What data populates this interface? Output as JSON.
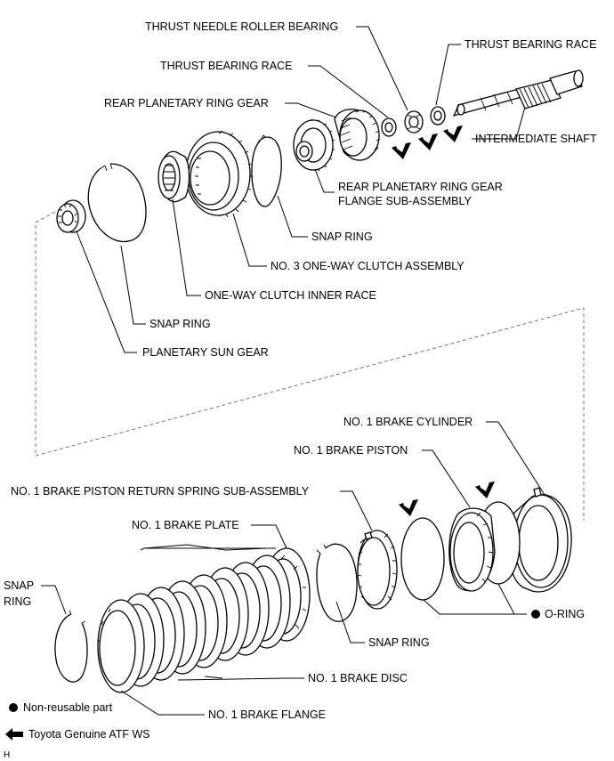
{
  "labels": {
    "thrust_needle_roller_bearing": "THRUST NEEDLE ROLLER BEARING",
    "thrust_bearing_race_left": "THRUST BEARING RACE",
    "thrust_bearing_race_right": "THRUST BEARING RACE",
    "rear_planetary_ring_gear": "REAR PLANETARY RING GEAR",
    "intermediate_shaft": "INTERMEDIATE SHAFT",
    "flange_line1": "REAR PLANETARY RING GEAR",
    "flange_line2": "FLANGE SUB-ASSEMBLY",
    "snap_ring_1": "SNAP RING",
    "no3_one_way_clutch": "NO. 3 ONE-WAY CLUTCH ASSEMBLY",
    "one_way_clutch_inner_race": "ONE-WAY CLUTCH INNER RACE",
    "snap_ring_2": "SNAP RING",
    "planetary_sun_gear": "PLANETARY SUN GEAR",
    "no1_brake_cylinder": "NO. 1 BRAKE CYLINDER",
    "no1_brake_piston": "NO. 1 BRAKE PISTON",
    "return_spring": "NO. 1 BRAKE PISTON RETURN SPRING SUB-ASSEMBLY",
    "no1_brake_plate": "NO. 1 BRAKE PLATE",
    "snap_ring_3_line1": "SNAP",
    "snap_ring_3_line2": "RING",
    "o_ring": "O-RING",
    "snap_ring_4": "SNAP RING",
    "no1_brake_disc": "NO. 1 BRAKE DISC",
    "no1_brake_flange": "NO. 1 BRAKE FLANGE"
  },
  "legend": {
    "non_reusable": "Non-reusable part",
    "atf": "Toyota Genuine ATF WS"
  },
  "figure_code": "H"
}
